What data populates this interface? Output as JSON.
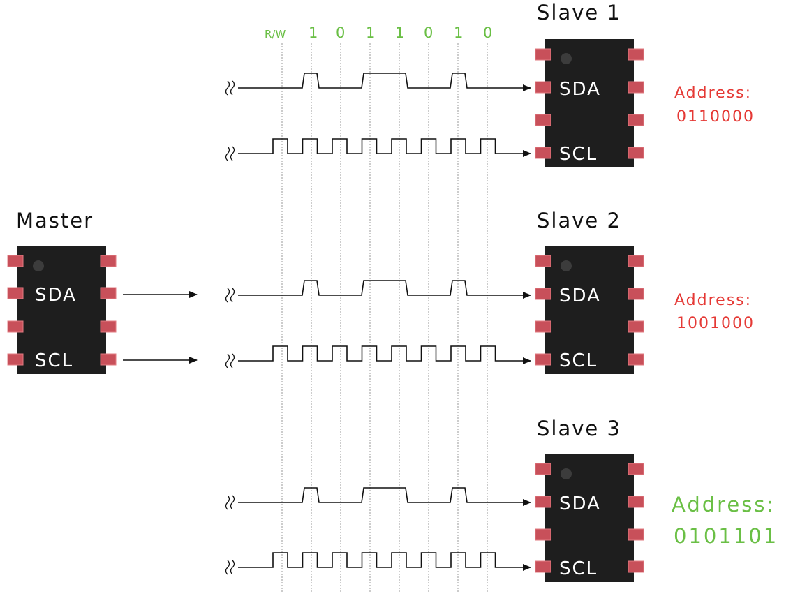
{
  "bits_header": {
    "rw_label": "R/W",
    "bits": [
      "1",
      "0",
      "1",
      "1",
      "0",
      "1",
      "0"
    ]
  },
  "master": {
    "title": "Master",
    "sda_label": "SDA",
    "scl_label": "SCL"
  },
  "slaves": [
    {
      "title": "Slave 1",
      "sda_label": "SDA",
      "scl_label": "SCL",
      "address_label": "Address:",
      "address_value": "0110000",
      "address_color": "#e53935"
    },
    {
      "title": "Slave 2",
      "sda_label": "SDA",
      "scl_label": "SCL",
      "address_label": "Address:",
      "address_value": "1001000",
      "address_color": "#e53935"
    },
    {
      "title": "Slave 3",
      "sda_label": "SDA",
      "scl_label": "SCL",
      "address_label": "Address:",
      "address_value": "0101101",
      "address_color": "#6abf45"
    }
  ],
  "colors": {
    "bit_header": "#6abf45",
    "chip_body": "#1e1e1e",
    "pin_fill": "#c8505a",
    "wire": "#111111"
  }
}
